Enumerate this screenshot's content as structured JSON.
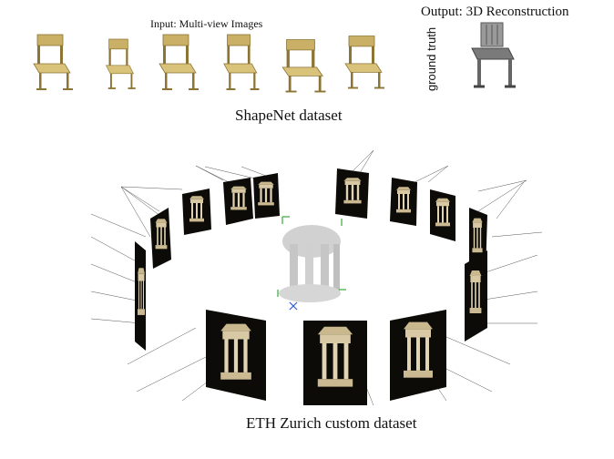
{
  "shapenet": {
    "input_label": "Input: Multi-view Images",
    "output_label": "Output: 3D Reconstruction",
    "gt_label": "ground truth",
    "dataset_label": "ShapeNet dataset",
    "chair_views": [
      "chair-view-1",
      "chair-view-2",
      "chair-view-3",
      "chair-view-4",
      "chair-view-5",
      "chair-view-6"
    ]
  },
  "eth": {
    "dataset_label": "ETH Zurich custom dataset",
    "camera_count": 14
  },
  "colors": {
    "chair_seat": "#d9c27a",
    "chair_frame": "#8c7434",
    "gt_chair": "#6f6f6f",
    "frame_bg": "#0d0b08",
    "temple": "#d8c8a4"
  }
}
